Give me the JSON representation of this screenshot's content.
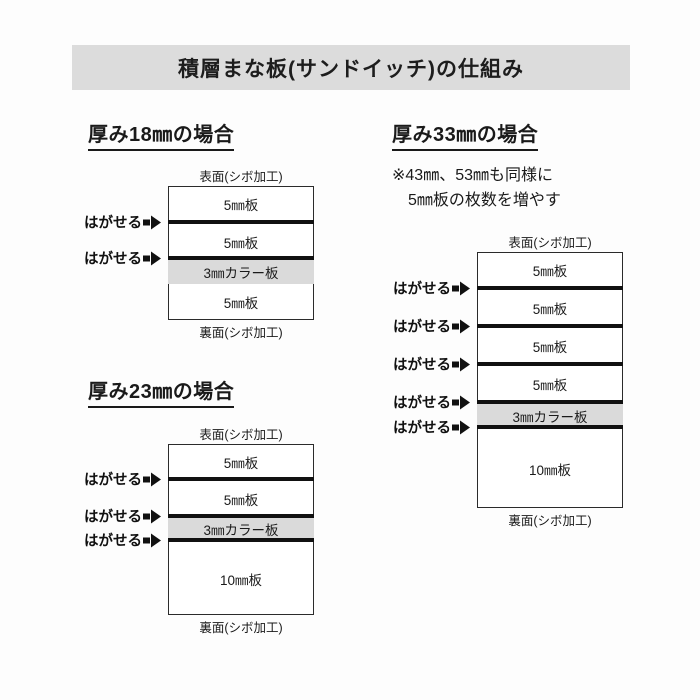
{
  "title": "積層まな板(サンドイッチ)の仕組み",
  "labels": {
    "surface": "表面(シボ加工)",
    "back": "裏面(シボ加工)",
    "peel": "はがせる"
  },
  "sections": [
    {
      "id": "s18",
      "heading": "厚み18㎜の場合",
      "note": "",
      "top_caption": "表面(シボ加工)",
      "bottom_caption": "裏面(シボ加工)",
      "layers": [
        {
          "label": "5㎜板",
          "color": false
        },
        {
          "label": "5㎜板",
          "color": false
        },
        {
          "label": "3㎜カラー板",
          "color": true
        },
        {
          "label": "5㎜板",
          "color": false
        }
      ],
      "peel_labels": [
        "はがせる",
        "はがせる"
      ]
    },
    {
      "id": "s23",
      "heading": "厚み23㎜の場合",
      "note": "",
      "top_caption": "表面(シボ加工)",
      "bottom_caption": "裏面(シボ加工)",
      "layers": [
        {
          "label": "5㎜板",
          "color": false
        },
        {
          "label": "5㎜板",
          "color": false
        },
        {
          "label": "3㎜カラー板",
          "color": true
        },
        {
          "label": "10㎜板",
          "color": false
        }
      ],
      "peel_labels": [
        "はがせる",
        "はがせる",
        "はがせる"
      ]
    },
    {
      "id": "s33",
      "heading": "厚み33㎜の場合",
      "note": "※43㎜、53㎜も同様に\n　5㎜板の枚数を増やす",
      "top_caption": "表面(シボ加工)",
      "bottom_caption": "裏面(シボ加工)",
      "layers": [
        {
          "label": "5㎜板",
          "color": false
        },
        {
          "label": "5㎜板",
          "color": false
        },
        {
          "label": "5㎜板",
          "color": false
        },
        {
          "label": "5㎜板",
          "color": false
        },
        {
          "label": "3㎜カラー板",
          "color": true
        },
        {
          "label": "10㎜板",
          "color": false
        }
      ],
      "peel_labels": [
        "はがせる",
        "はがせる",
        "はがせる",
        "はがせる",
        "はがせる"
      ]
    }
  ],
  "colors": {
    "title_bg": "#dcdcdc",
    "color_layer": "#dadada",
    "line": "#2b2b2b",
    "separator": "#111111",
    "page_bg": "#fdfdfd"
  }
}
